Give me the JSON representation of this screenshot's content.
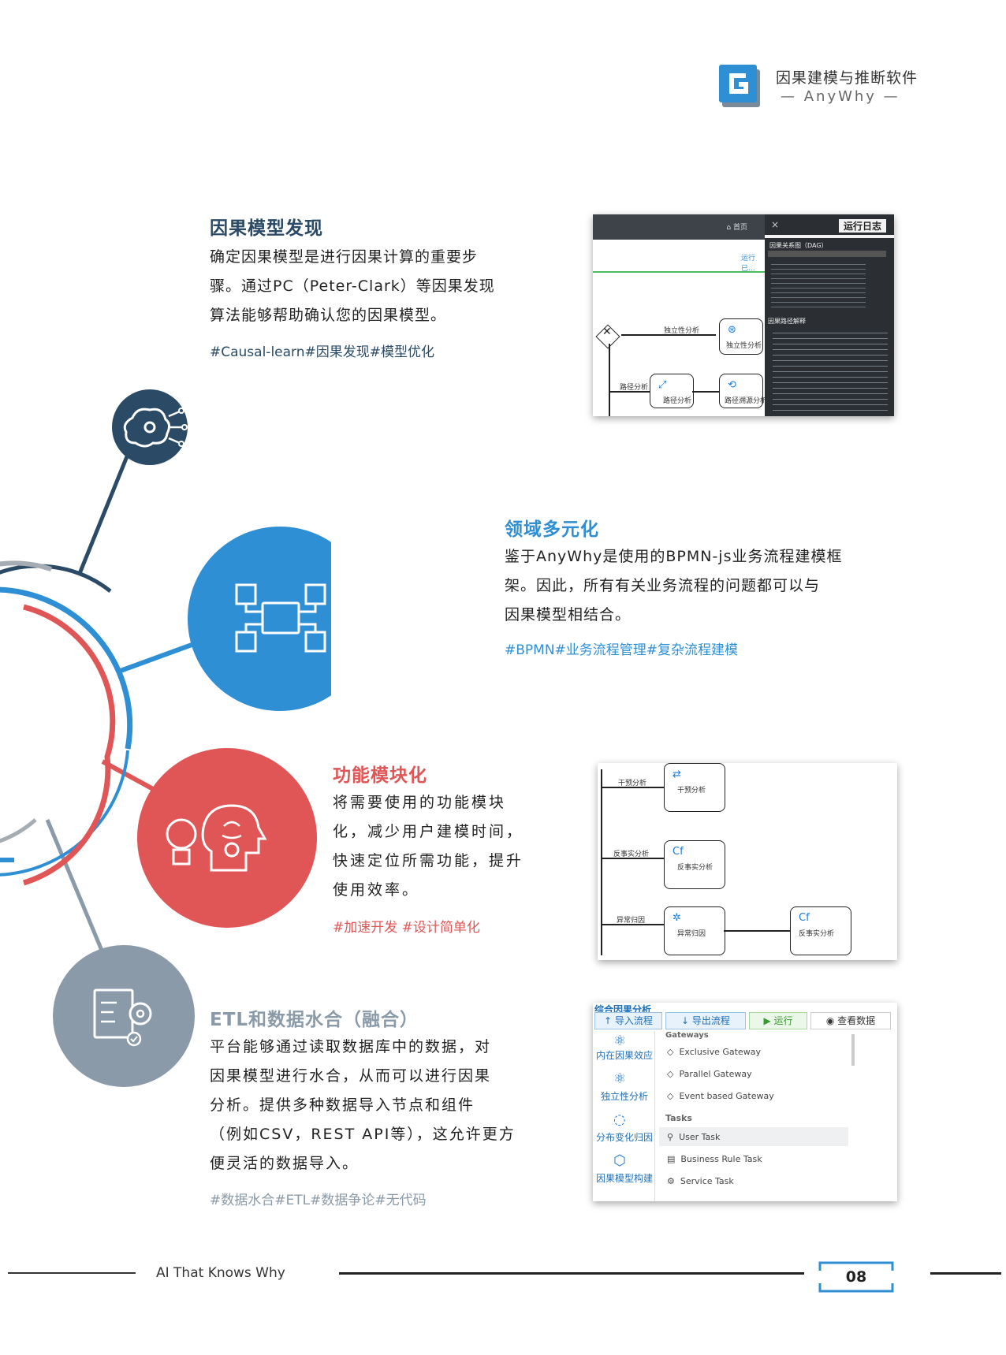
{
  "header": {
    "title": "因果建模与推断软件",
    "subtitle": "— AnyWhy —"
  },
  "sections": [
    {
      "heading": "因果模型发现",
      "lines": [
        "确定因果模型是进行因果计算的重要步",
        "骤。通过PC（Peter-Clark）等因果发现",
        "算法能够帮助确认您的因果模型。"
      ],
      "tags": "#Causal-learn#因果发现#模型优化",
      "color": "#2a4a66"
    },
    {
      "heading": "领域多元化",
      "lines": [
        "鉴于AnyWhy是使用的BPMN-js业务流程建模框",
        "架。因此，所有有关业务流程的问题都可以与",
        "因果模型相结合。"
      ],
      "tags": "#BPMN#业务流程管理#复杂流程建模",
      "color": "#2f8fd4"
    },
    {
      "heading": "功能模块化",
      "lines": [
        "将需要使用的功能模块",
        "化，减少用户建模时间，",
        "快速定位所需功能，提升",
        "使用效率。"
      ],
      "tags": "#加速开发 #设计简单化",
      "color": "#e05656"
    },
    {
      "heading": "ETL和数据水合（融合）",
      "lines": [
        "平台能够通过读取数据库中的数据，对",
        "因果模型进行水合，从而可以进行因果",
        "分析。提供多种数据导入节点和组件",
        "（例如CSV，REST  API等），这允许更方",
        "便灵活的数据导入。"
      ],
      "tags": "#数据水合#ETL#数据争论#无代码",
      "color": "#8a9aa8"
    }
  ],
  "shot1": {
    "home": "首页",
    "log_title": "运行日志",
    "close": "×",
    "dag_label": "因果关系图（DAG）",
    "path_label": "因果路径解释",
    "link": "运行已...",
    "edge_label": "独立性分析",
    "node1": "独立性分析",
    "node2": "路径分析",
    "node3": "路径溯源分析",
    "edge2": "路径分析"
  },
  "shot2": {
    "node1": "干预分析",
    "label1": "干预分析",
    "node2": "反事实分析",
    "label2": "反事实分析",
    "node3": "异常归因",
    "label3": "异常归因",
    "node4": "反事实分析"
  },
  "shot3": {
    "tab_title": "综合因果分析",
    "btn_import": "导入流程",
    "btn_export": "导出流程",
    "btn_run": "运行",
    "btn_view": "查看数据",
    "side": [
      "内在因果效应",
      "独立性分析",
      "分布变化归因",
      "因果模型构建"
    ],
    "gateways_title": "Gateways",
    "gateways": [
      "Exclusive Gateway",
      "Parallel Gateway",
      "Event based Gateway"
    ],
    "tasks_title": "Tasks",
    "tasks": [
      "User Task",
      "Business Rule Task",
      "Service Task"
    ]
  },
  "footer": {
    "slogan": "AI That Knows Why",
    "page": "08"
  },
  "colors": {
    "navy": "#2a4a66",
    "blue": "#2f8fd4",
    "red": "#e05656",
    "gray": "#8a9aa8"
  }
}
